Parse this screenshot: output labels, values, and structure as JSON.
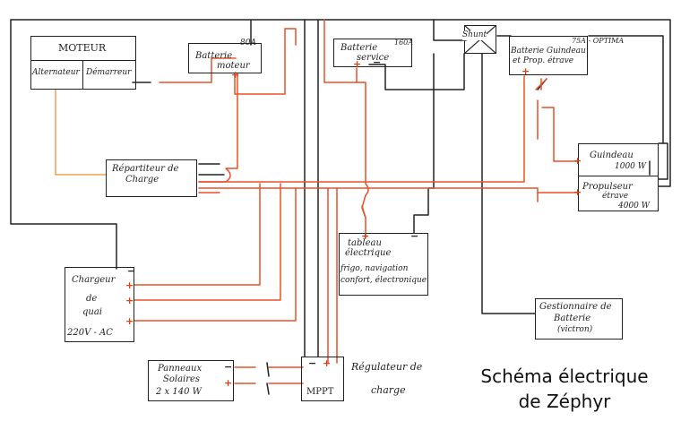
{
  "title": {
    "line1": "Schéma électrique",
    "line2": "de Zéphyr"
  },
  "components": {
    "moteur": {
      "title": "MOTEUR",
      "sub1": "Alternateur",
      "sub2": "Démarreur"
    },
    "batterie_moteur": {
      "line1": "Batterie",
      "line2": "moteur",
      "rating": "80A"
    },
    "batterie_service": {
      "line1": "Batterie",
      "line2": "service",
      "rating": "160A"
    },
    "shunt": {
      "label": "Shunt"
    },
    "batterie_guindeau": {
      "line1": "Batterie Guindeau",
      "line2": "et Prop. étrave",
      "rating": "75A - OPTIMA"
    },
    "repartiteur": {
      "line1": "Répartiteur de",
      "line2": "Charge"
    },
    "guindeau": {
      "line1": "Guindeau",
      "line2": "1000 W"
    },
    "propulseur": {
      "line1": "Propulseur",
      "line2": "étrave",
      "line3": "4000 W"
    },
    "tableau": {
      "line1": "tableau",
      "line2": "électrique",
      "line3": "frigo, navigation",
      "line4": "confort, électronique"
    },
    "gestionnaire": {
      "line1": "Gestionnaire de",
      "line2": "Batterie",
      "line3": "(victron)"
    },
    "chargeur": {
      "line1": "Chargeur",
      "line2": "de",
      "line3": "quai",
      "line4": "220V - AC"
    },
    "panneaux": {
      "line1": "Panneaux",
      "line2": "Solaires",
      "line3": "2 x 140 W"
    },
    "mppt": {
      "label": "MPPT"
    },
    "regulateur": {
      "line1": "Régulateur de",
      "line2": "charge"
    }
  },
  "wire_colors": {
    "negative": "#222222",
    "positive": "#e8502a",
    "charge": "#f0a050"
  }
}
